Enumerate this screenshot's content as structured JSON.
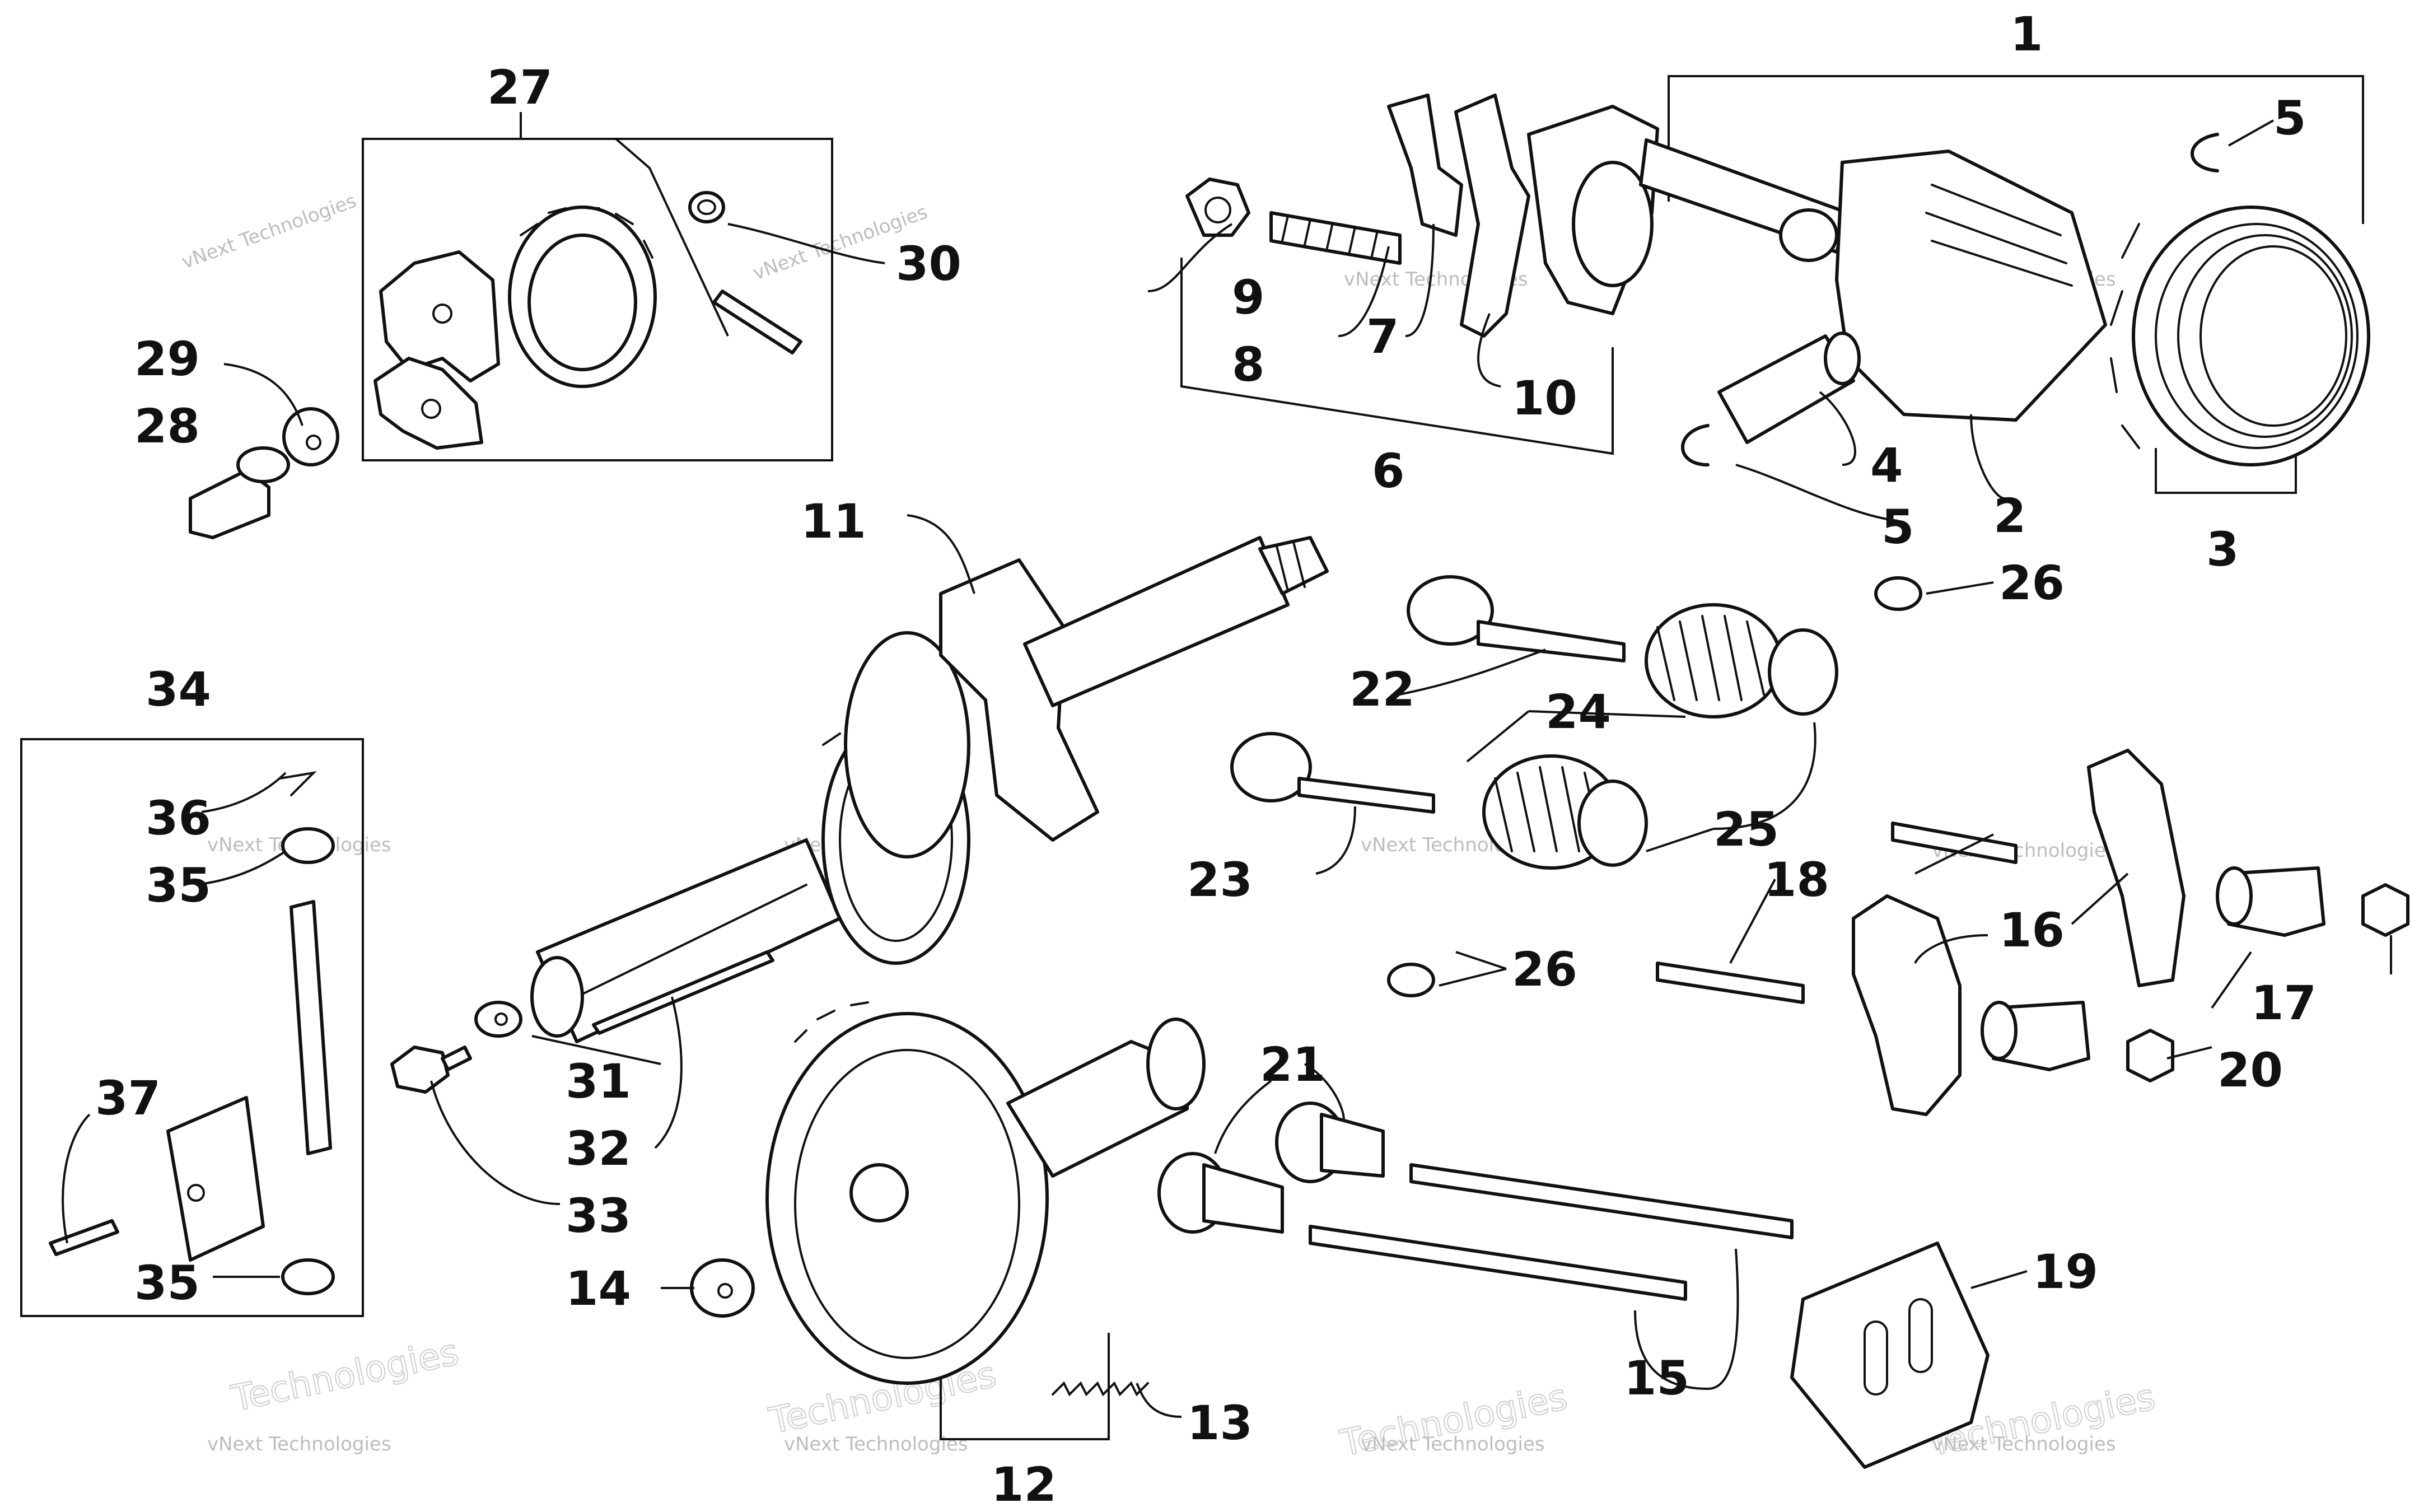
{
  "callouts": [
    {
      "id": "1",
      "label": "1"
    },
    {
      "id": "2",
      "label": "2"
    },
    {
      "id": "3",
      "label": "3"
    },
    {
      "id": "4",
      "label": "4"
    },
    {
      "id": "5a",
      "label": "5"
    },
    {
      "id": "5b",
      "label": "5"
    },
    {
      "id": "6",
      "label": "6"
    },
    {
      "id": "7",
      "label": "7"
    },
    {
      "id": "8",
      "label": "8"
    },
    {
      "id": "9",
      "label": "9"
    },
    {
      "id": "10",
      "label": "10"
    },
    {
      "id": "11",
      "label": "11"
    },
    {
      "id": "12",
      "label": "12"
    },
    {
      "id": "13",
      "label": "13"
    },
    {
      "id": "14",
      "label": "14"
    },
    {
      "id": "15",
      "label": "15"
    },
    {
      "id": "16",
      "label": "16"
    },
    {
      "id": "17",
      "label": "17"
    },
    {
      "id": "18",
      "label": "18"
    },
    {
      "id": "19",
      "label": "19"
    },
    {
      "id": "20",
      "label": "20"
    },
    {
      "id": "21",
      "label": "21"
    },
    {
      "id": "22",
      "label": "22"
    },
    {
      "id": "23",
      "label": "23"
    },
    {
      "id": "24",
      "label": "24"
    },
    {
      "id": "25",
      "label": "25"
    },
    {
      "id": "26a",
      "label": "26"
    },
    {
      "id": "26b",
      "label": "26"
    },
    {
      "id": "27",
      "label": "27"
    },
    {
      "id": "28",
      "label": "28"
    },
    {
      "id": "29",
      "label": "29"
    },
    {
      "id": "30",
      "label": "30"
    },
    {
      "id": "31",
      "label": "31"
    },
    {
      "id": "32",
      "label": "32"
    },
    {
      "id": "33",
      "label": "33"
    },
    {
      "id": "34",
      "label": "34"
    },
    {
      "id": "35a",
      "label": "35"
    },
    {
      "id": "35b",
      "label": "35"
    },
    {
      "id": "36",
      "label": "36"
    },
    {
      "id": "37",
      "label": "37"
    }
  ],
  "watermark": {
    "line1": "vNext",
    "line2": "Technologies",
    "full": "vNext Technologies"
  }
}
